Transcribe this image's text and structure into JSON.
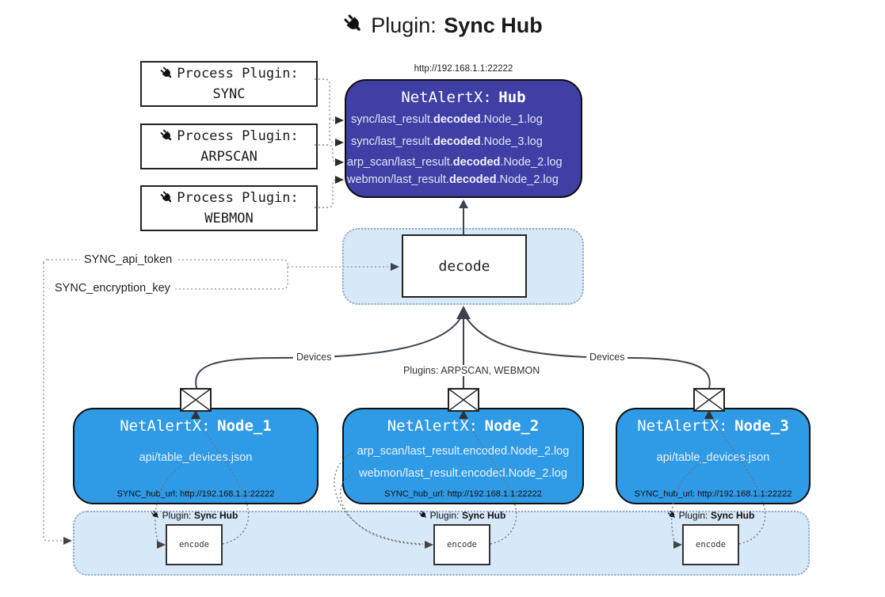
{
  "title": {
    "label": "Plugin:",
    "name": "Sync Hub"
  },
  "process_plugins": {
    "label": "Process Plugin:",
    "items": [
      "SYNC",
      "ARPSCAN",
      "WEBMON"
    ]
  },
  "hub": {
    "url": "http://192.168.1.1:22222",
    "title": "NetAlertX:",
    "name": "Hub",
    "logs": [
      {
        "pre": "sync/last_result.",
        "bold": "decoded",
        "post": ".Node_1.log"
      },
      {
        "pre": "sync/last_result.",
        "bold": "decoded",
        "post": ".Node_3.log"
      },
      {
        "pre": "arp_scan/last_result.",
        "bold": "decoded",
        "post": ".Node_2.log"
      },
      {
        "pre": "webmon/last_result.",
        "bold": "decoded",
        "post": ".Node_2.log"
      }
    ]
  },
  "decode": {
    "label": "decode"
  },
  "secrets": {
    "api_token": "SYNC_api_token",
    "encryption_key": "SYNC_encryption_key"
  },
  "edge_labels": {
    "devices_left": "Devices",
    "plugins_mid": "Plugins: ARPSCAN, WEBMON",
    "devices_right": "Devices"
  },
  "nodes": [
    {
      "title": "NetAlertX:",
      "name": "Node_1",
      "files": [
        "api/table_devices.json"
      ],
      "hub_url": "SYNC_hub_url: http://192.168.1.1:22222"
    },
    {
      "title": "NetAlertX:",
      "name": "Node_2",
      "files": [
        "arp_scan/last_result.encoded.Node_2.log",
        "webmon/last_result.encoded.Node_2.log"
      ],
      "hub_url": "SYNC_hub_url: http://192.168.1.1:22222"
    },
    {
      "title": "NetAlertX:",
      "name": "Node_3",
      "files": [
        "api/table_devices.json"
      ],
      "hub_url": "SYNC_hub_url: http://192.168.1.1:22222"
    }
  ],
  "encode": {
    "plugin_label": "Plugin:",
    "plugin_name": "Sync Hub",
    "box_label": "encode"
  },
  "colors": {
    "hub_bg": "#3f3fa6",
    "node_bg": "#2f9ae5",
    "container_bg": "#d7e8f9",
    "container_border": "#8fa9c7"
  }
}
